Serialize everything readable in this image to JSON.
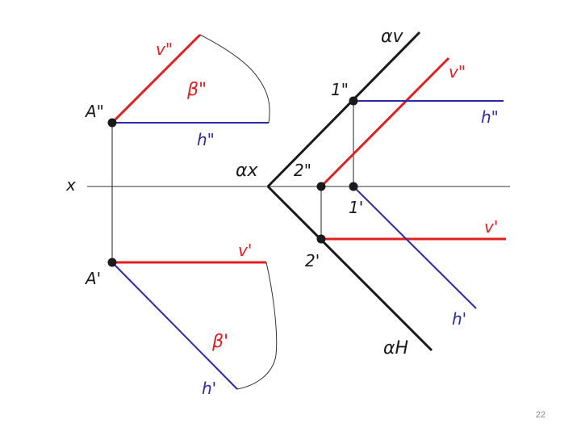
{
  "labels": {
    "x_axis": "x",
    "A_front": "A\"",
    "A_top": "A'",
    "v_front_left": "v\"",
    "h_front_left": "h\"",
    "beta_front": "β\"",
    "v_top_left": "v'",
    "h_top_left": "h'",
    "beta_top": "β'",
    "alpha_x": "αx",
    "alpha_v": "αv",
    "alpha_h": "αH",
    "p1_front": "1\"",
    "p2_front": "2\"",
    "p1_top": "1'",
    "p2_top": "2'",
    "v_front_right": "v\"",
    "h_front_right": "h\"",
    "v_top_right": "v'",
    "h_top_right": "h'"
  },
  "colors": {
    "red": "#e02020",
    "blue": "#2a2aaa",
    "black": "#1a1a1a"
  },
  "page_number": "22"
}
